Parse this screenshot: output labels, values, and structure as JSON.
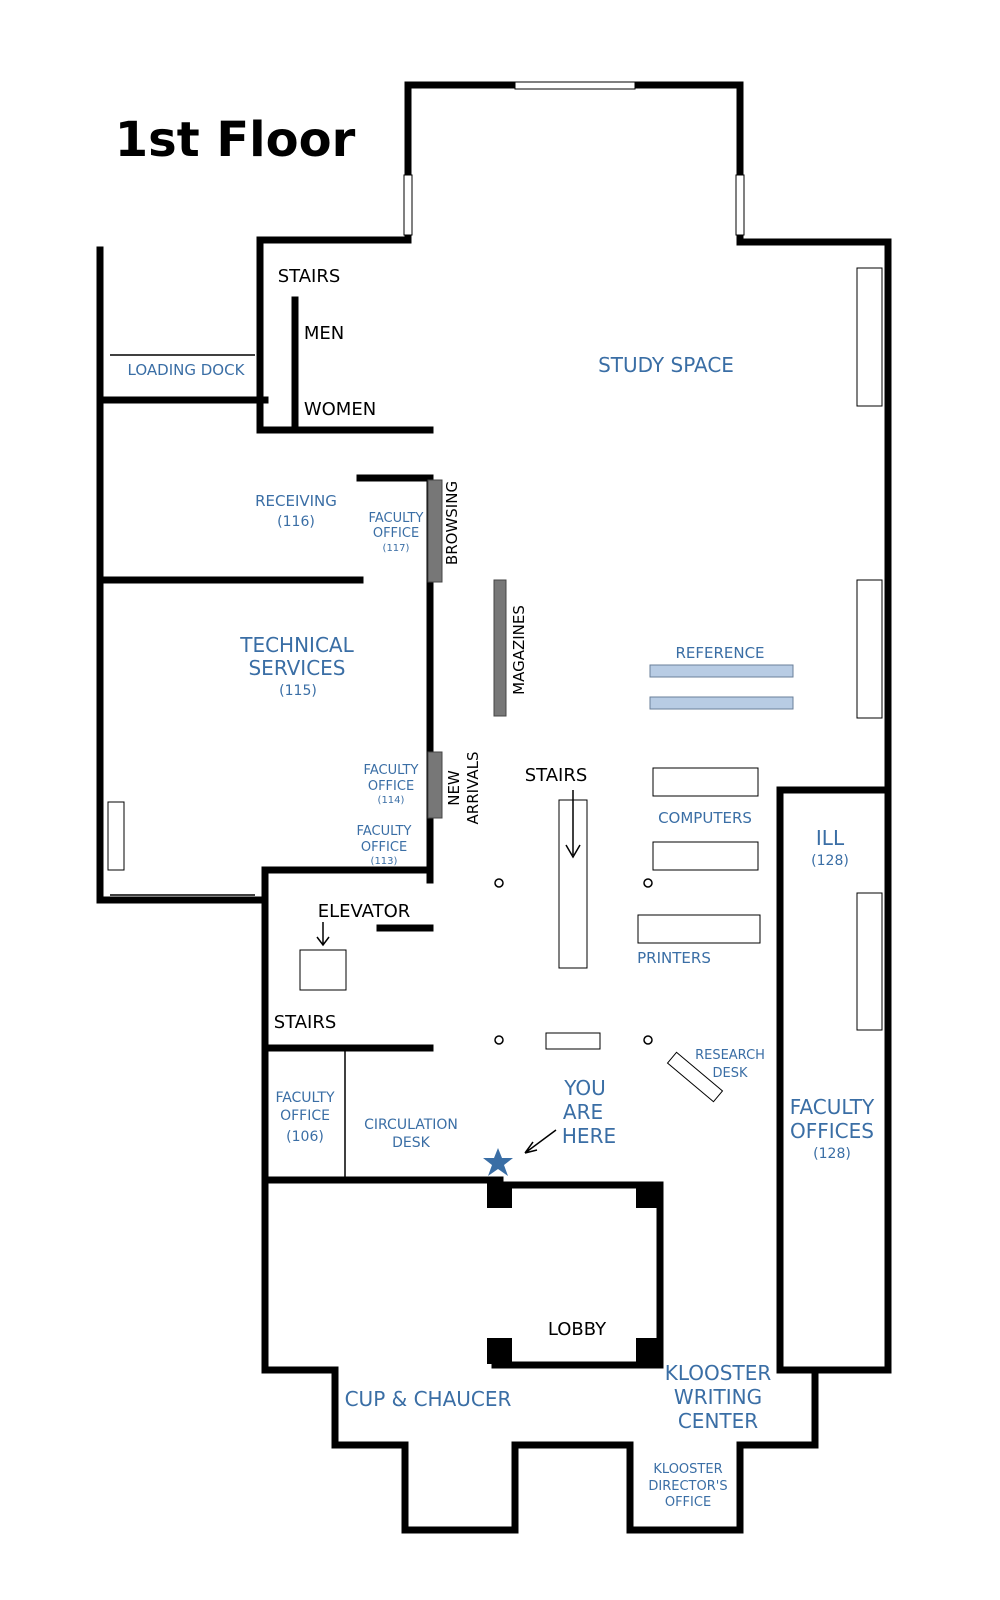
{
  "title": "1st Floor",
  "rooms": {
    "stairs_top": "STAIRS",
    "men": "MEN",
    "women": "WOMEN",
    "loading_dock": "LOADING DOCK",
    "study_space": "STUDY SPACE",
    "receiving": [
      "RECEIVING",
      "(116)"
    ],
    "faculty_office_117": [
      "FACULTY",
      "OFFICE",
      "(117)"
    ],
    "browsing": "BROWSING",
    "technical_services": [
      "TECHNICAL",
      "SERVICES",
      "(115)"
    ],
    "magazines": "MAGAZINES",
    "reference": "REFERENCE",
    "stairs_center": "STAIRS",
    "new_arrivals": [
      "NEW",
      "ARRIVALS"
    ],
    "faculty_office_114": [
      "FACULTY",
      "OFFICE",
      "(114)"
    ],
    "faculty_office_113": [
      "FACULTY",
      "OFFICE",
      "(113)"
    ],
    "computers": "COMPUTERS",
    "ill": [
      "ILL",
      "(128)"
    ],
    "elevator": "ELEVATOR",
    "printers": "PRINTERS",
    "stairs_lower": "STAIRS",
    "research_desk": [
      "RESEARCH",
      "DESK"
    ],
    "faculty_office_106": [
      "FACULTY",
      "OFFICE",
      "(106)"
    ],
    "circulation_desk": [
      "CIRCULATION",
      "DESK"
    ],
    "you_are_here": [
      "YOU",
      "ARE",
      "HERE"
    ],
    "faculty_offices_128": [
      "FACULTY",
      "OFFICES",
      "(128)"
    ],
    "lobby": "LOBBY",
    "cup_chaucer": "CUP & CHAUCER",
    "klooster_writing_center": [
      "KLOOSTER",
      "WRITING",
      "CENTER"
    ],
    "klooster_directors_office": [
      "KLOOSTER",
      "DIRECTOR'S",
      "OFFICE"
    ]
  },
  "colors": {
    "label": "#3a6ea5",
    "marker": "#3a6ea5"
  },
  "icons": {
    "you_are_here_marker": "star-icon"
  }
}
